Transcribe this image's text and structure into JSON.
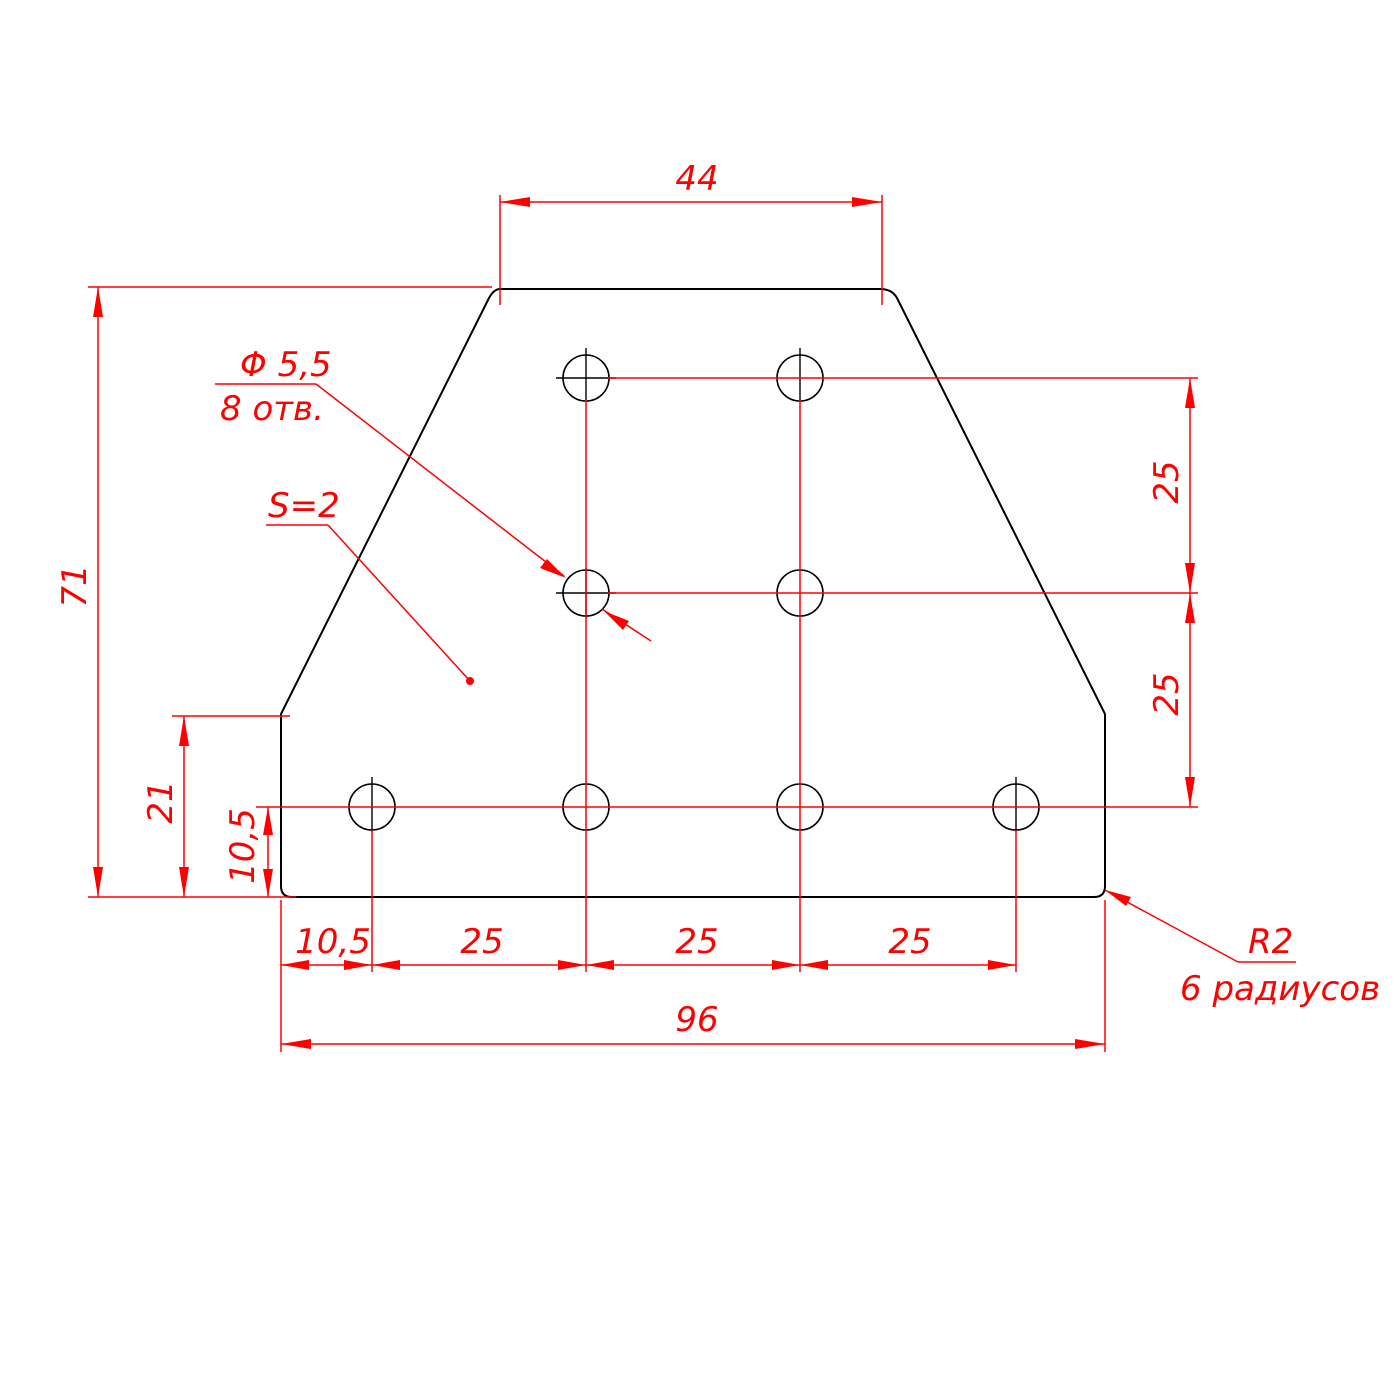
{
  "colors": {
    "outline": "#000000",
    "dimension": "#ff0000",
    "background": "#ffffff"
  },
  "dimensions": {
    "top_width": "44",
    "hole_diameter": "Φ 5,5",
    "hole_count": "8 отв.",
    "thickness": "S=2",
    "overall_height": "71",
    "side_height": "21",
    "bottom_row_offset": "10,5",
    "vertical_pitch_upper": "25",
    "vertical_pitch_lower": "25",
    "left_offset": "10,5",
    "horizontal_pitch_1": "25",
    "horizontal_pitch_2": "25",
    "horizontal_pitch_3": "25",
    "overall_width": "96",
    "corner_radius": "R2",
    "corner_radius_count": "6 радиусов"
  }
}
